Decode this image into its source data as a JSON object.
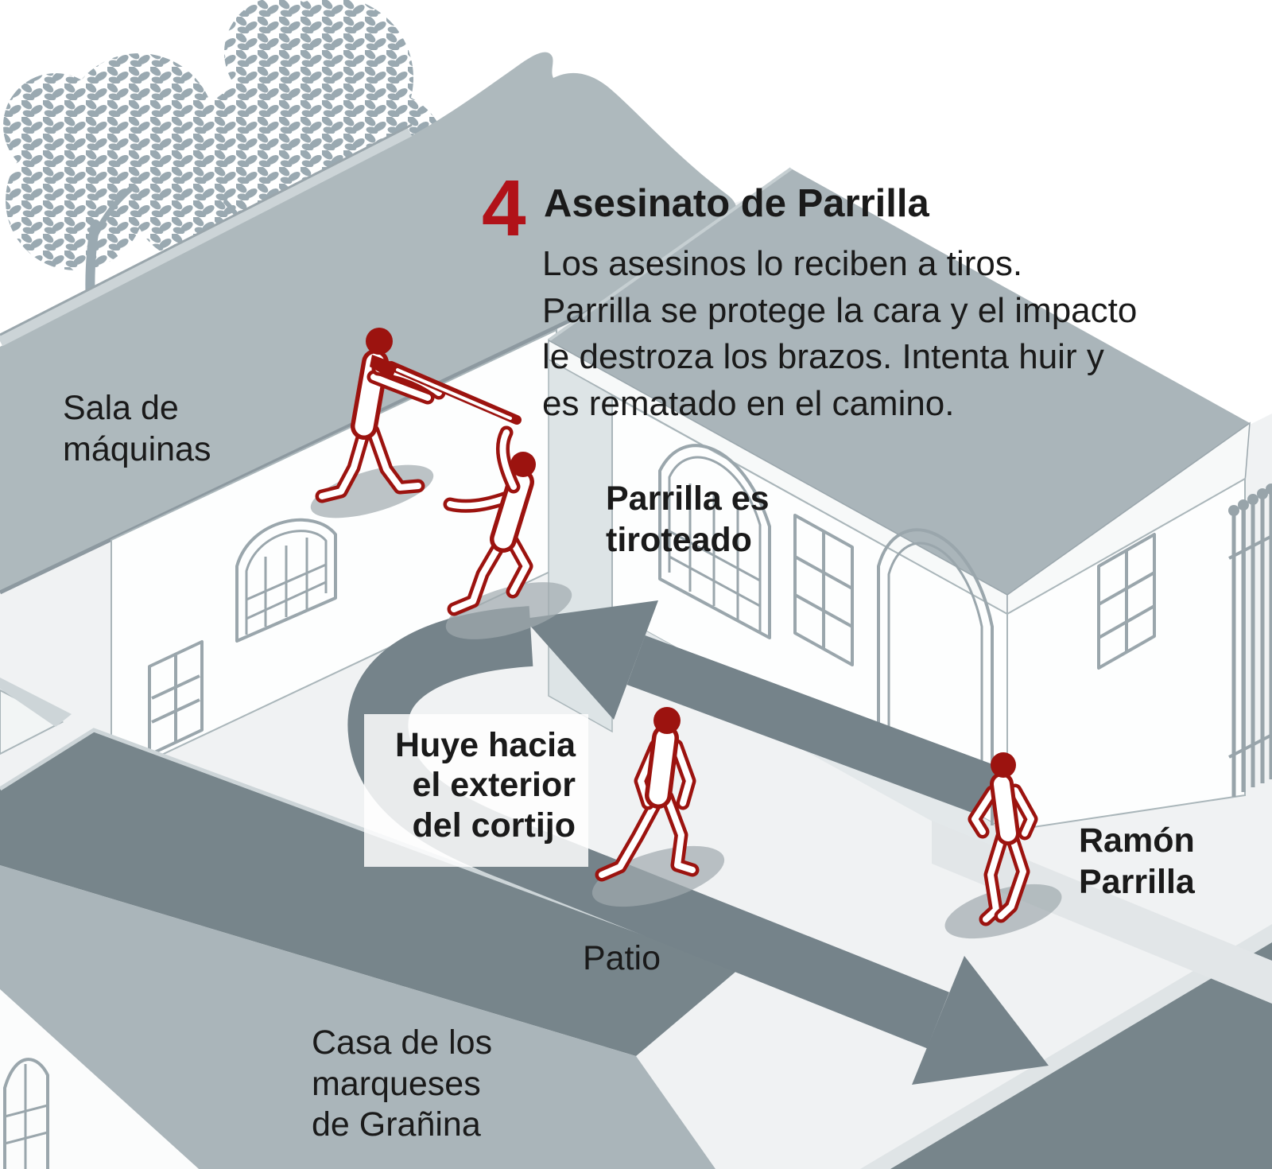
{
  "title": {
    "number": "4",
    "text": "Asesinato de Parrilla"
  },
  "description": {
    "lines": [
      "Los asesinos lo reciben a tiros.",
      "Parrilla se protege la cara y el impacto",
      "le destroza los brazos. Intenta huir y",
      "es rematado en el camino."
    ]
  },
  "labels": {
    "sala_de_maquinas": {
      "lines": [
        "Sala de",
        "máquinas"
      ]
    },
    "parrilla_tiroteado": {
      "lines": [
        "Parrilla es",
        "tiroteado"
      ]
    },
    "huye": {
      "lines": [
        "Huye hacia",
        "el exterior",
        "del cortijo"
      ]
    },
    "ramon_parrilla": {
      "lines": [
        "Ramón",
        "Parrilla"
      ]
    },
    "patio": {
      "text": "Patio"
    },
    "casa_marqueses": {
      "lines": [
        "Casa de los",
        "marqueses",
        "de Grañina"
      ]
    }
  },
  "figures": {
    "shooter": "assassin-with-shotgun-icon",
    "victim": "parrilla-shot-icon",
    "walking": "parrilla-walking-icon",
    "ramon": "ramon-parrilla-back-icon"
  },
  "colors": {
    "accent_red": "#b11219",
    "figure_red": "#9c130f",
    "roof_gray": "#aeb9bd",
    "roof_light": "#aab5ba",
    "dark_slate": "#77858b",
    "arrow": "#75838a",
    "outline_gray": "#9aa6ac",
    "ground": "#f0f2f3",
    "shadow_light": "#dfe4e6",
    "tree_gray": "#9aa9b1",
    "text": "#1a1a1a"
  }
}
